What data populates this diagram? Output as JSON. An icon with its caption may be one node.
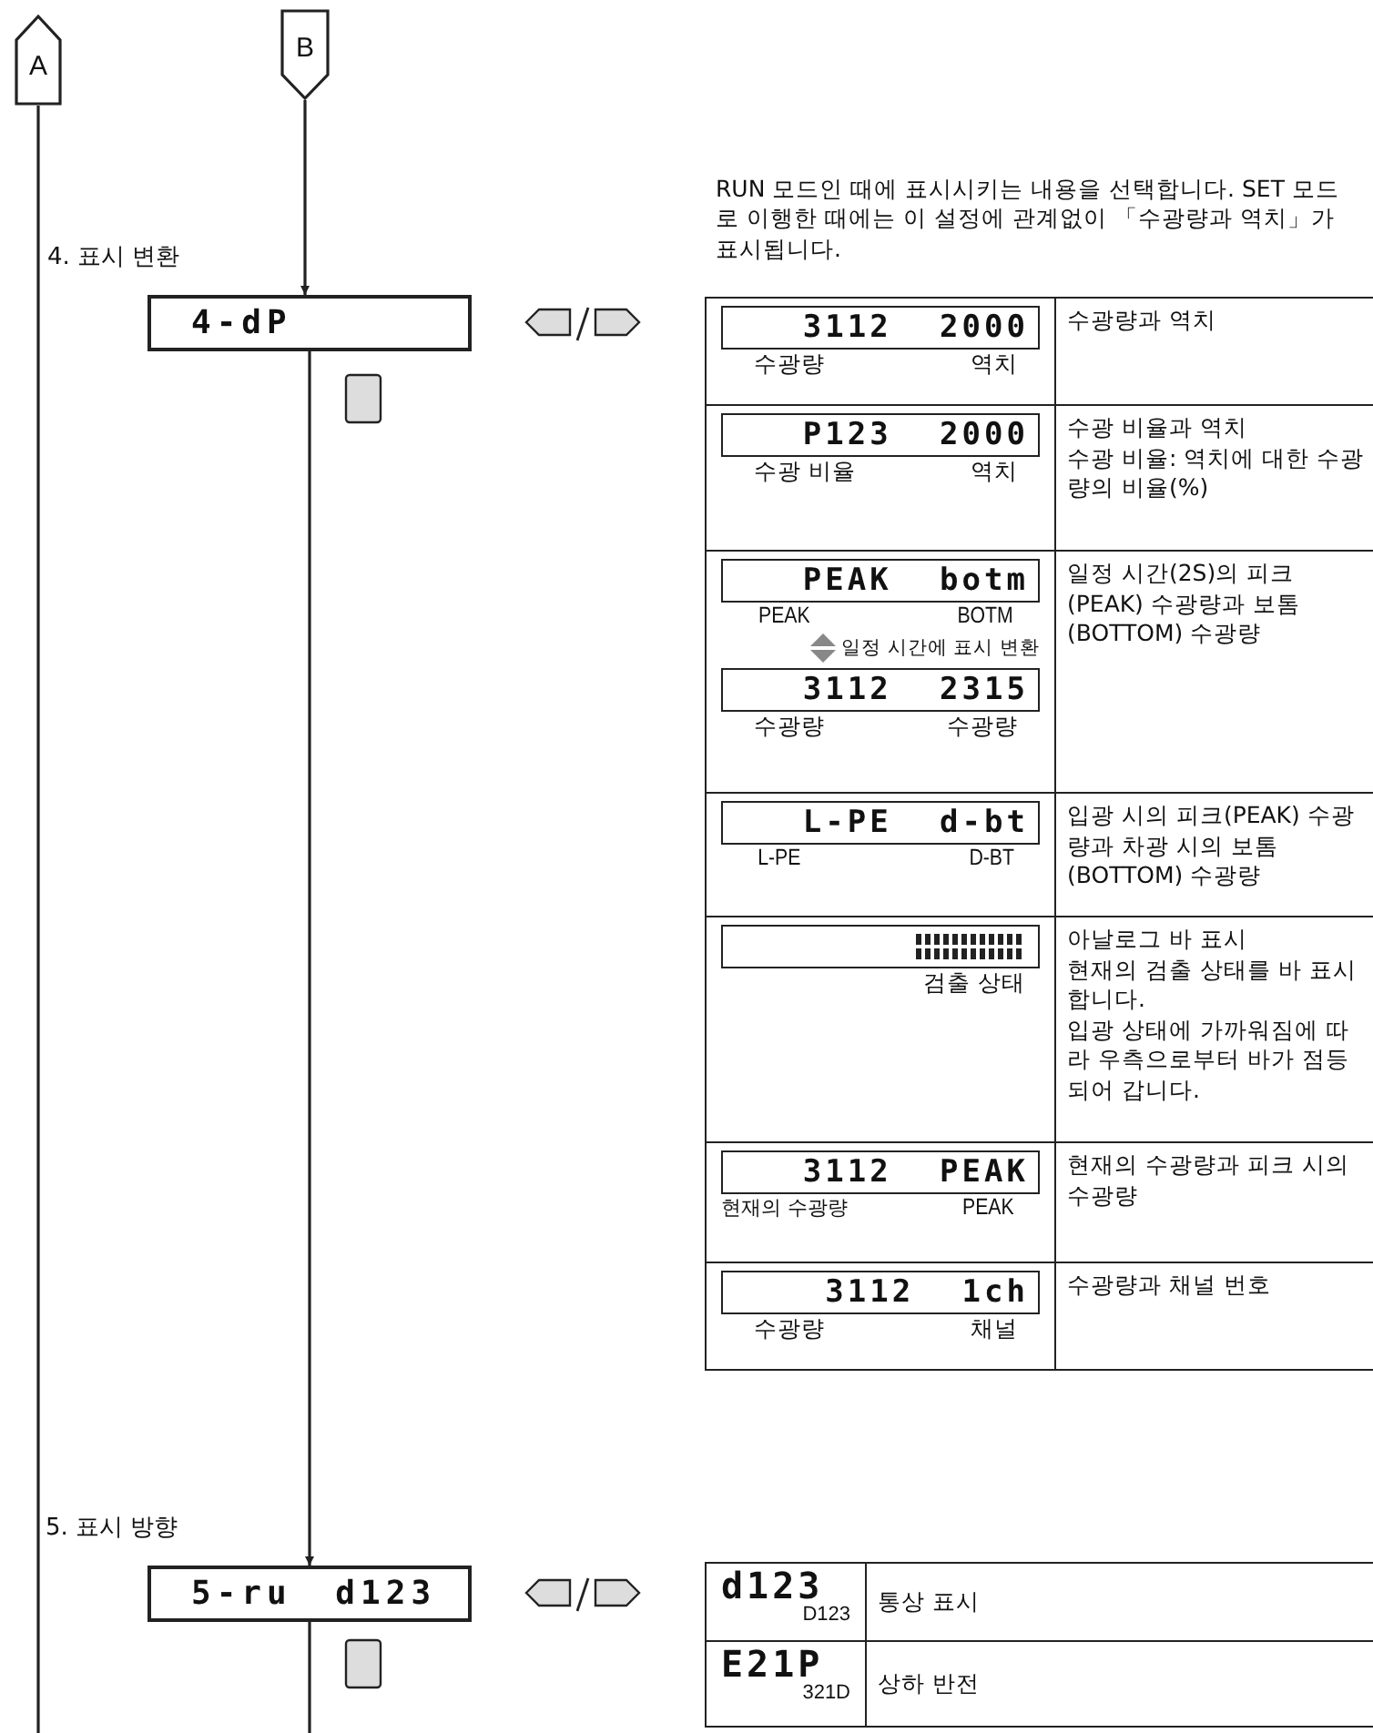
{
  "diagram": {
    "nodes": [
      {
        "text": [
          "A"
        ]
      },
      {
        "text": [
          "B"
        ]
      },
      {
        "text": [
          "4-dP"
        ],
        "beside": [
          "4. 표시 변환"
        ]
      },
      {
        "text": [
          "5-ru d123"
        ],
        "beside": [
          "5. 표시 방향"
        ]
      }
    ],
    "edges": [
      {
        "from": 1,
        "to": 2,
        "arrow": "to"
      },
      {
        "from": 2,
        "to": 3,
        "arrow": "to"
      },
      {
        "from": 0,
        "to": null,
        "arrow": "none"
      },
      {
        "from": 3,
        "to": null,
        "arrow": "none"
      }
    ],
    "labels": [
      "RUN 모드인 때에 표시시키는 내용을 선택합니다. SET 모드로 이행한 때에는 이 설정에 관계없이 「수광량과 역치」가 표시됩니다.",
      "3112 2000",
      "수광량",
      "역치",
      "수광량과 역치",
      "P123 2000",
      "수광 비율",
      "역치",
      "수광 비율과 역치",
      "수광 비율: 역치에 대한 수광량의 비율(%)",
      "PEAK botm",
      "PEAK",
      "BOTM",
      "일정 시간에 표시 변환",
      "3112 2315",
      "수광량",
      "수광량",
      "일정 시간(2S)의 피크(PEAK) 수광량과 보톰(BOTTOM) 수광량",
      "L-PE d-bt",
      "L-PE",
      "D-BT",
      "입광 시의 피크(PEAK) 수광량과 차광 시의 보톰(BOTTOM) 수광량",
      "검출 상태",
      "아날로그 바 표시",
      "현재의 검출 상태를 바 표시합니다.",
      "입광 상태에 가까워짐에 따라 우측으로부터 바가 점등되어 갑니다.",
      "3112 PEAK",
      "현재의 수광량",
      "PEAK",
      "현재의 수광량과 피크 시의 수광량",
      "3112 1ch",
      "수광량",
      "채널",
      "수광량과 채널 번호",
      "d123",
      "D123",
      "통상 표시",
      "E21P",
      "321D",
      "상하 반전"
    ]
  }
}
